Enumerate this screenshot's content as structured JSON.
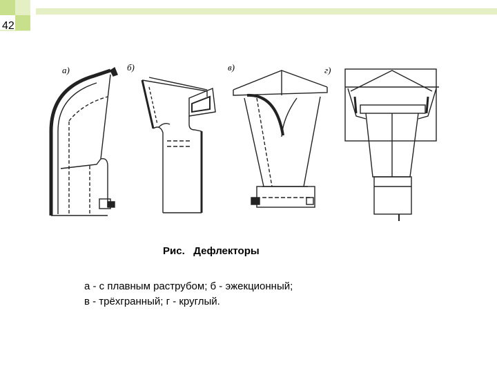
{
  "slide": {
    "page_number": "42",
    "accent_color": "#c8e08c",
    "accent_color_light": "#e4efc4"
  },
  "figure": {
    "panel_labels": [
      "а)",
      "б)",
      "в)",
      "г)"
    ]
  },
  "caption": {
    "title": "Рис.   Дефлекторы",
    "lines": [
      "а - с плавным раструбом; б - эжекционный;",
      "в - трёхгранный; г - круглый."
    ]
  }
}
